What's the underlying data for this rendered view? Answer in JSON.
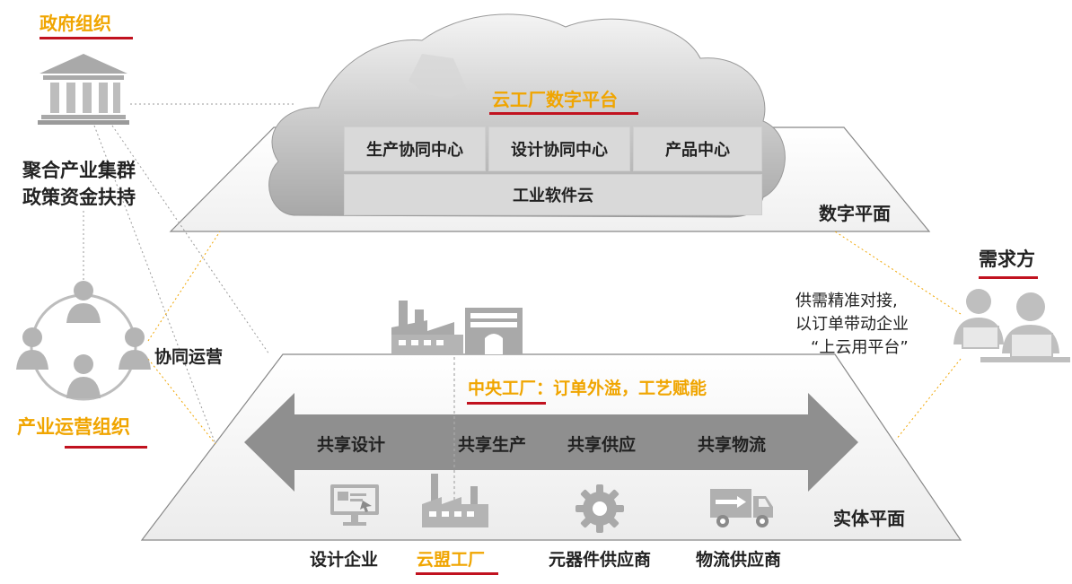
{
  "government": {
    "title": "政府组织",
    "desc_line1": "聚合产业集群",
    "desc_line2": "政策资金扶持",
    "icon": "bank-building-icon"
  },
  "operation_org": {
    "title": "产业运营组织",
    "collab_label": "协同运营",
    "icon": "people-circle-icon"
  },
  "digital_platform": {
    "cloud_title": "云工厂数字平台",
    "plane_label": "数字平面",
    "modules": [
      "生产协同中心",
      "设计协同中心",
      "产品中心"
    ],
    "base_module": "工业软件云"
  },
  "demand_side": {
    "title": "需求方",
    "desc_line1": "供需精准对接,",
    "desc_line2": "以订单带动企业",
    "desc_line3": "“上云用平台”",
    "icon": "users-at-computer-icon"
  },
  "central_factory": {
    "label": "中央工厂：订单外溢，工艺赋能",
    "icon": "factory-icon"
  },
  "physical_plane": {
    "plane_label": "实体平面",
    "arrow_items": [
      "共享设计",
      "共享生产",
      "共享供应",
      "共享物流"
    ],
    "participants": [
      {
        "label": "设计企业",
        "icon": "monitor-design-icon"
      },
      {
        "label": "云盟工厂",
        "icon": "small-factory-icon"
      },
      {
        "label": "元器件供应商",
        "icon": "gear-icon"
      },
      {
        "label": "物流供应商",
        "icon": "delivery-truck-icon"
      }
    ]
  },
  "colors": {
    "accent_orange": "#f0a500",
    "accent_red": "#c1121f",
    "gray_dark": "#8a8a8a",
    "gray_light": "#d9d9d9"
  }
}
